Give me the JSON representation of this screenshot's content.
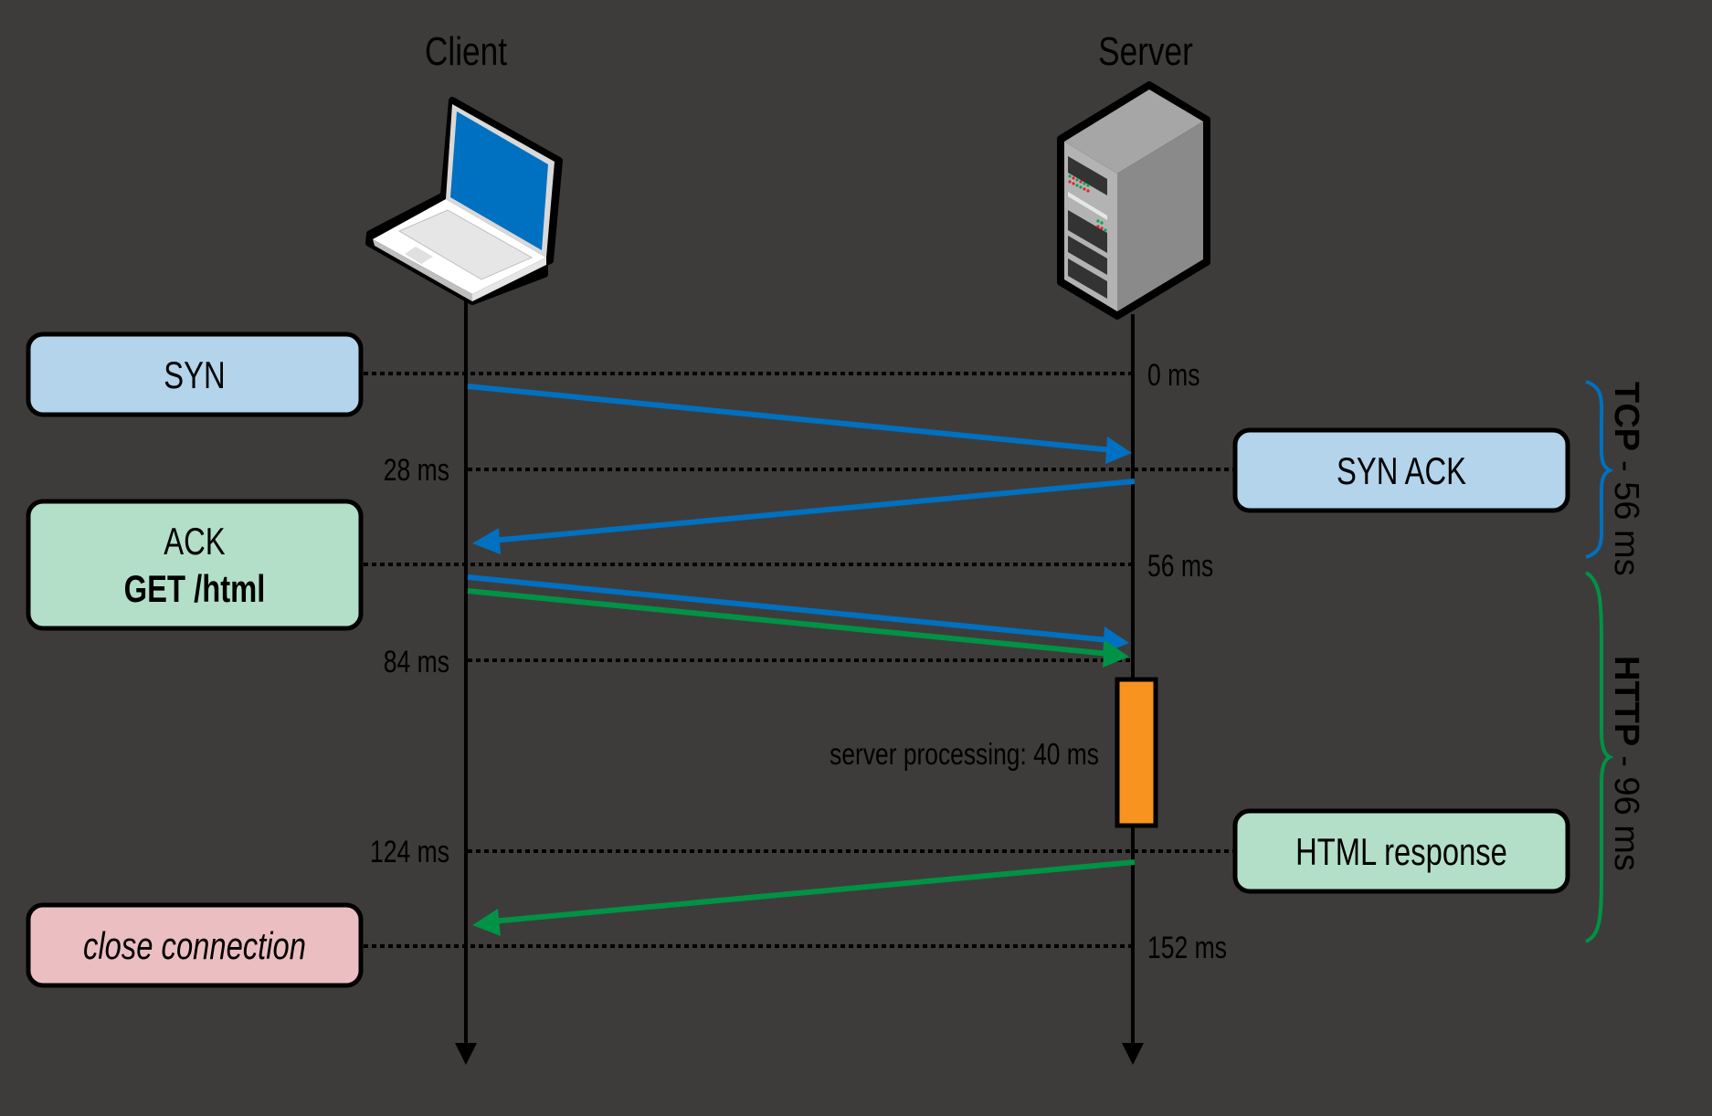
{
  "diagram": {
    "type": "sequence",
    "actors": {
      "client": {
        "label": "Client",
        "icon": "laptop-icon"
      },
      "server": {
        "label": "Server",
        "icon": "server-rack-icon"
      }
    },
    "time_marks": [
      {
        "label": "0 ms",
        "side": "server",
        "time": 0
      },
      {
        "label": "28 ms",
        "side": "client",
        "time": 28
      },
      {
        "label": "56 ms",
        "side": "server",
        "time": 56
      },
      {
        "label": "84 ms",
        "side": "client",
        "time": 84
      },
      {
        "label": "124 ms",
        "side": "client",
        "time": 124
      },
      {
        "label": "152 ms",
        "side": "server",
        "time": 152
      }
    ],
    "message_boxes": [
      {
        "id": "syn",
        "lines": [
          "SYN"
        ],
        "side": "client",
        "time": 0,
        "color": "#b3d4ea"
      },
      {
        "id": "syn-ack",
        "lines": [
          "SYN ACK"
        ],
        "side": "server",
        "time": 28,
        "color": "#b3d4ea"
      },
      {
        "id": "ack-get",
        "lines": [
          "ACK",
          "GET /html"
        ],
        "side": "client",
        "time": 56,
        "color": "#b3dfc9"
      },
      {
        "id": "html-response",
        "lines": [
          "HTML response"
        ],
        "side": "server",
        "time": 124,
        "color": "#b3dfc9"
      },
      {
        "id": "close",
        "lines": [
          "close connection"
        ],
        "side": "client",
        "time": 152,
        "color": "#ebbfc1",
        "italic": true
      }
    ],
    "arrows": [
      {
        "from": "client",
        "to": "server",
        "color": "#0070c0",
        "label": "SYN"
      },
      {
        "from": "server",
        "to": "client",
        "color": "#0070c0",
        "label": "SYN ACK"
      },
      {
        "from": "client",
        "to": "server",
        "color": "#0070c0",
        "label": "ACK"
      },
      {
        "from": "client",
        "to": "server",
        "color": "#009245",
        "label": "GET /html"
      },
      {
        "from": "server",
        "to": "client",
        "color": "#009245",
        "label": "HTML response"
      }
    ],
    "processing": {
      "label": "server processing: 40 ms",
      "duration_ms": 40,
      "color": "#f7931e"
    },
    "phases": [
      {
        "name": "TCP",
        "duration": "- 56 ms",
        "color": "#0070c0"
      },
      {
        "name": "HTTP",
        "duration": "- 96 ms",
        "color": "#009245"
      }
    ]
  }
}
